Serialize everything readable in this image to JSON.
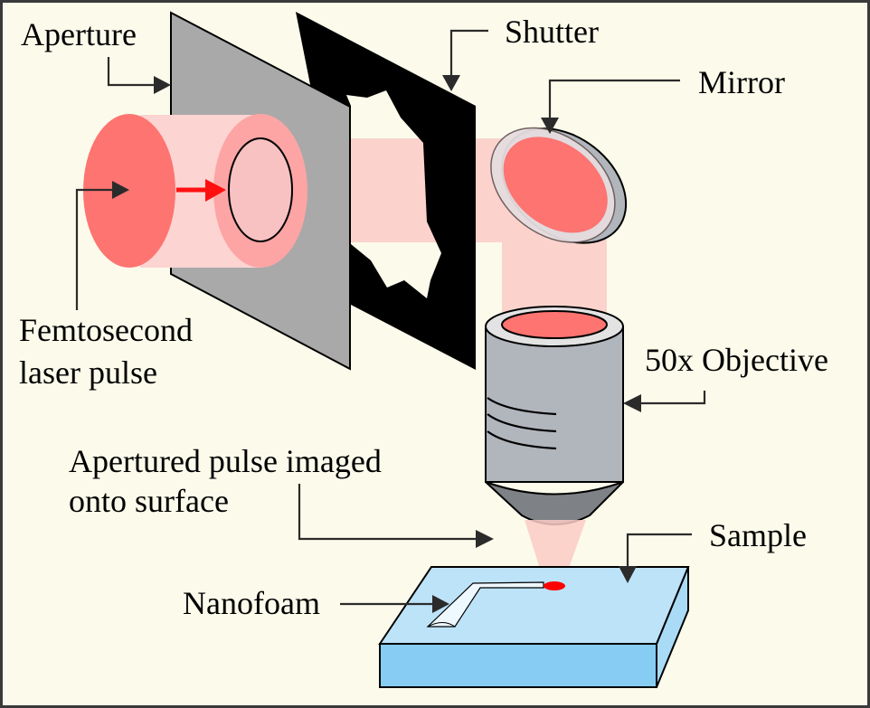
{
  "figure": {
    "background": "#fcfbeb",
    "border_color": "#3a3a3a",
    "labels": {
      "aperture": "Aperture",
      "shutter": "Shutter",
      "mirror": "Mirror",
      "femtosecond_line1": "Femtosecond",
      "femtosecond_line2": "laser pulse",
      "objective": "50x Objective",
      "apertured_line1": "Apertured pulse imaged",
      "apertured_line2": "onto surface",
      "sample": "Sample",
      "nanofoam": "Nanofoam"
    },
    "colors": {
      "laser_spot": "#fd7471",
      "beam": "#fbd3cc",
      "aperture_plate": "#a9a9a9",
      "shutter_plate": "#000000",
      "objective_body": "#b1b5bc",
      "objective_tip": "#7e8185",
      "sample_top": "#bde3f9",
      "sample_side": "#86ccf3",
      "focus_spot": "#ff0000",
      "propagation_arrow": "#ff0000"
    }
  }
}
